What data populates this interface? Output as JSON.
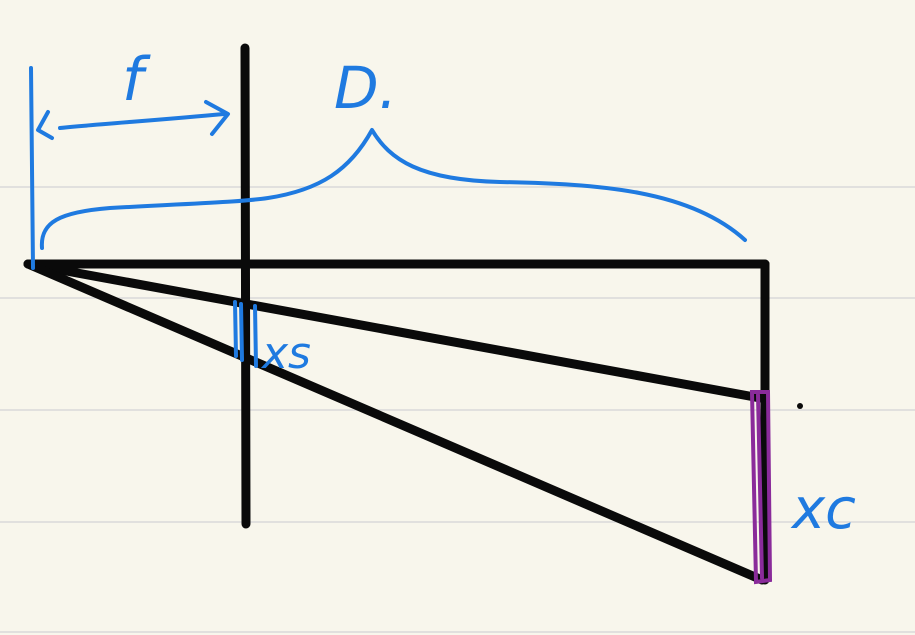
{
  "labels": {
    "focal_length": "f",
    "distance": "D.",
    "sensor_size": "xs",
    "object_size": "xc"
  },
  "colors": {
    "paper": "#f8f6ec",
    "ruled_line": "#d9d9d9",
    "ink_black": "#0a0a0a",
    "ink_blue": "#1f7ae0",
    "ink_purple": "#8a2b9a"
  }
}
